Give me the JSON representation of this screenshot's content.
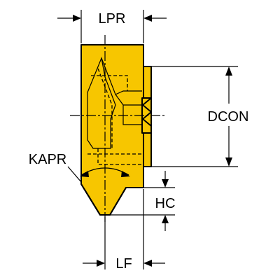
{
  "dimensions": {
    "lpr": "LPR",
    "dcon": "DCON",
    "kapr": "KAPR",
    "hc": "HC",
    "lf": "LF"
  },
  "colors": {
    "insert_body": "#f7c600",
    "lines": "#000000",
    "background": "#ffffff"
  }
}
